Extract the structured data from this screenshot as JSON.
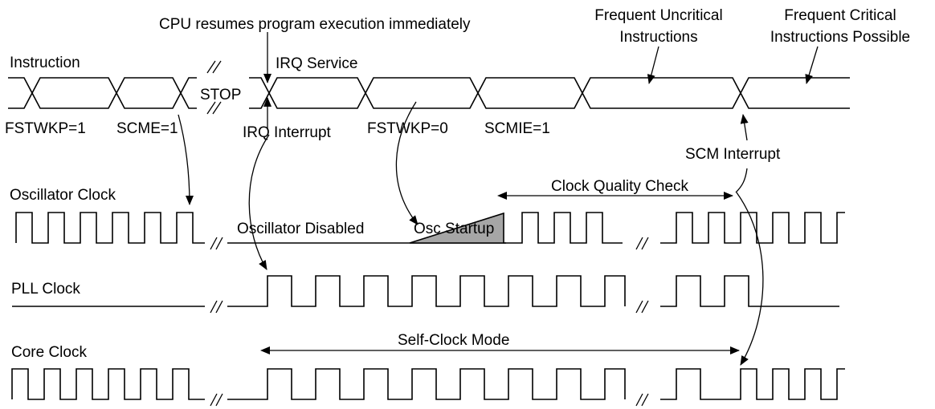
{
  "signals": {
    "instruction": "Instruction",
    "oscillator_clock": "Oscillator Clock",
    "pll_clock": "PLL Clock",
    "core_clock": "Core Clock"
  },
  "annotations": {
    "cpu_resumes": "CPU resumes program execution immediately",
    "irq_service": "IRQ Service",
    "stop": "STOP",
    "fstwkp_1": "FSTWKP=1",
    "scme_1": "SCME=1",
    "irq_interrupt": "IRQ Interrupt",
    "fstwkp_0": "FSTWKP=0",
    "scmie_1": "SCMIE=1",
    "freq_uncritical_1": "Frequent Uncritical",
    "freq_uncritical_2": "Instructions",
    "freq_critical_1": "Frequent Critical",
    "freq_critical_2": "Instructions Possible",
    "scm_interrupt": "SCM Interrupt",
    "clock_quality_check": "Clock Quality Check",
    "osc_disabled": "Oscillator Disabled",
    "osc_startup": "Osc Startup",
    "self_clock_mode": "Self-Clock Mode"
  },
  "colors": {
    "line": "#000000",
    "startup_fill": "#a6a6a6"
  }
}
